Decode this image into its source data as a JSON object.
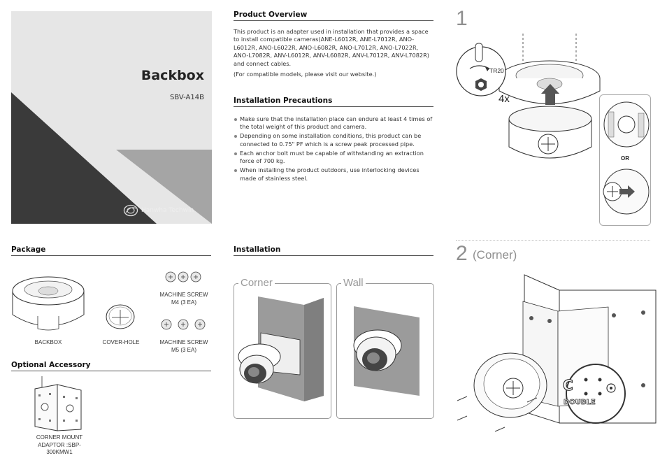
{
  "cover": {
    "title": "Backbox",
    "model": "SBV-A14B",
    "brand": "Hanwha Techwin",
    "colors": {
      "light": "#e6e6e6",
      "mid": "#a5a5a5",
      "dark": "#3a3a3a"
    }
  },
  "product_overview": {
    "heading": "Product Overview",
    "paragraph": "This product is an adapter used in installation that provides a space to install compatible cameras(ANE-L6012R, ANE-L7012R, ANO-L6012R, ANO-L6022R, ANO-L6082R, ANO-L7012R, ANO-L7022R, ANO-L7082R, ANV-L6012R, ANV-L6082R, ANV-L7012R, ANV-L7082R) and connect cables.",
    "note": "(For compatible models, please visit our website.)"
  },
  "installation_precautions": {
    "heading": "Installation Precautions",
    "items": [
      "Make sure that the installation place can endure at least 4 times of the total weight of this product and camera.",
      "Depending on some installation conditions, this product can be connected to 0.75\" PF which is a screw peak processed pipe.",
      "Each anchor bolt must be capable of withstanding an extraction force of 700 kg.",
      "When installing the product outdoors, use interlocking devices made of stainless steel."
    ]
  },
  "package": {
    "heading": "Package",
    "items": {
      "backbox": "BACKBOX",
      "cover_hole": "COVER-HOLE",
      "screw_m4": "MACHINE SCREW M4 (3 EA)",
      "screw_m5": "MACHINE SCREW M5 (3 EA)"
    }
  },
  "optional_accessory": {
    "heading": "Optional Accessory",
    "caption": "CORNER MOUNT ADAPTOR :SBP-300KMW1"
  },
  "installation": {
    "heading": "Installation",
    "panels": {
      "corner": "Corner",
      "wall": "Wall"
    }
  },
  "steps": {
    "step1": {
      "number": "1",
      "tool": "TR20",
      "count": "4x",
      "or_label": "OR"
    },
    "step2": {
      "number": "2",
      "label": "(Corner)",
      "plate_letter": "C",
      "plate_text": "DOUBLE"
    }
  }
}
